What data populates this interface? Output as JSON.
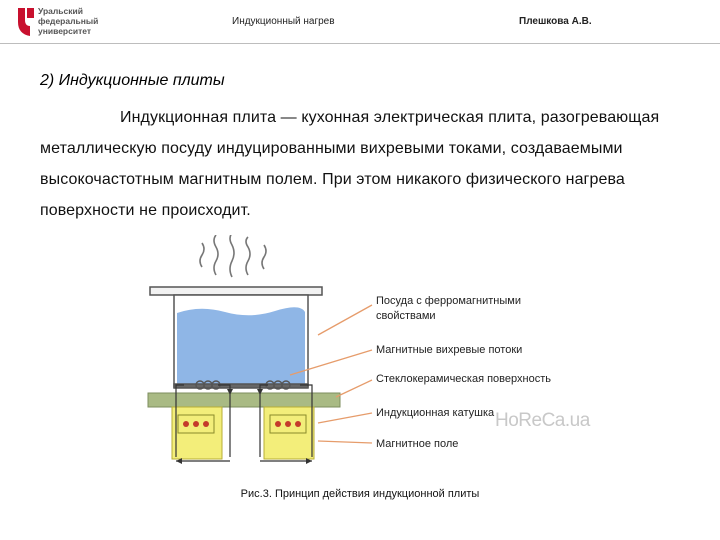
{
  "header": {
    "logo_text": "Уральский\nфедеральный\nуниверситет",
    "subject": "Индукционный нагрев",
    "author": "Плешкова А.В."
  },
  "section": {
    "title": "2) Индукционные плиты",
    "paragraph": "Индукционная плита — кухонная электрическая плита, разогревающая металлическую посуду индуцированными вихревыми токами, создаваемыми высокочастотным магнитным полем. При этом никакого физического нагрева поверхности не происходит."
  },
  "figure": {
    "labels": [
      "Посуда с ферромагнитными\nсвойствами",
      "Магнитные вихревые потоки",
      "Стеклокерамическая поверхность",
      "Индукционная катушка",
      "Магнитное поле"
    ],
    "watermark": "HoReCa.ua",
    "caption": "Рис.3. Принцип действия индукционной плиты"
  },
  "colors": {
    "logo_red": "#c8102e",
    "water": "#8fb6e6",
    "pot_rim": "#555555",
    "glass": "#a9ba84",
    "coil_box": "#f3ee7a",
    "pointer": "#e69c6b"
  }
}
